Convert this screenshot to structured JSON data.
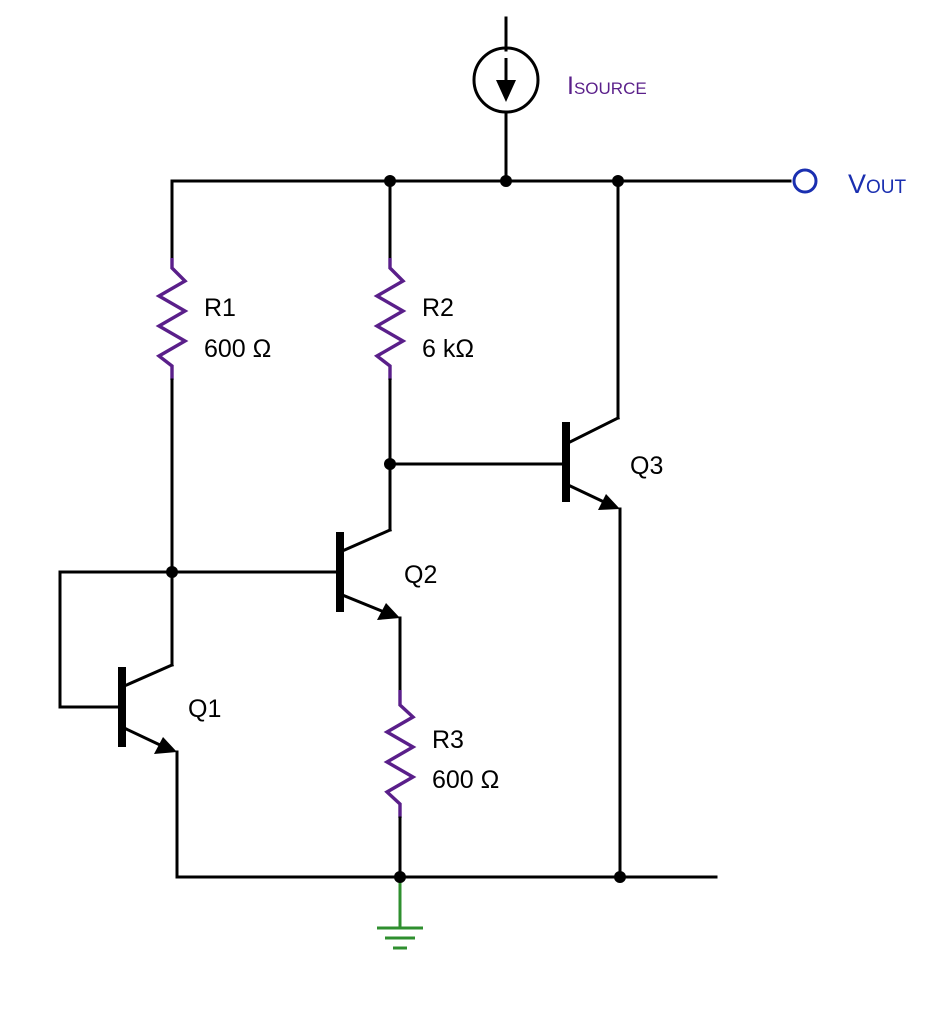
{
  "colors": {
    "wire": "#000000",
    "resistor": "#5a1f8a",
    "source_label": "#5a1f8a",
    "output_label": "#1a2fb0",
    "ground": "#2f8f2f"
  },
  "source": {
    "label_main": "I",
    "label_sub": "SOURCE"
  },
  "output": {
    "label_main": "V",
    "label_sub": "OUT"
  },
  "resistors": [
    {
      "name": "R1",
      "value": "600 Ω"
    },
    {
      "name": "R2",
      "value": "6 kΩ"
    },
    {
      "name": "R3",
      "value": "600 Ω"
    }
  ],
  "transistors": [
    {
      "name": "Q1",
      "type": "NPN"
    },
    {
      "name": "Q2",
      "type": "NPN"
    },
    {
      "name": "Q3",
      "type": "NPN"
    }
  ],
  "ground": {
    "icon": "ground-icon"
  }
}
